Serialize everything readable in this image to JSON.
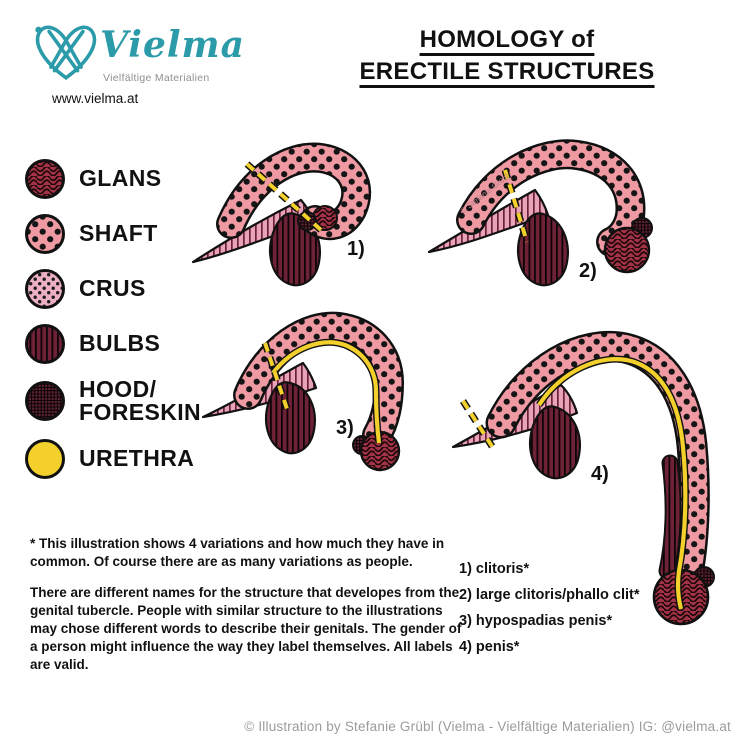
{
  "brand": {
    "name": "Vielma",
    "subtitle": "Vielfältige Materialien",
    "website": "www.vielma.at",
    "accent_color": "#2b9aa9"
  },
  "title": {
    "line1": "HOMOLOGY of",
    "line2": "ERECTILE STRUCTURES"
  },
  "legend": {
    "items": [
      {
        "label": "GLANS",
        "label2": "",
        "swatch": "glans-pattern"
      },
      {
        "label": "SHAFT",
        "label2": "",
        "swatch": "shaft-pattern"
      },
      {
        "label": "CRUS",
        "label2": "",
        "swatch": "crus-pattern"
      },
      {
        "label": "BULBS",
        "label2": "",
        "swatch": "bulbs-pattern"
      },
      {
        "label": "HOOD/",
        "label2": "FORESKIN",
        "swatch": "hood-pattern"
      },
      {
        "label": "URETHRA",
        "label2": "",
        "swatch": "urethra-solid"
      }
    ]
  },
  "figures": [
    {
      "number": "1)"
    },
    {
      "number": "2)",
      "watermark": "© Stefanie Grübl"
    },
    {
      "number": "3)"
    },
    {
      "number": "4)"
    }
  ],
  "variant_labels": {
    "items": [
      "1) clitoris*",
      "2) large clitoris/phallo clit*",
      "3) hypospadias penis*",
      "4) penis*"
    ]
  },
  "notes": {
    "para1": "* This illustration shows 4 variations and how much they have in common. Of course there are as many variations as people.",
    "para2": "There are different names for the structure that developes from the genital tubercle. People with similar structure to the illustrations may chose different words to describe their genitals. The gender of a person might influence the way they label themselves. All labels are valid."
  },
  "footer": {
    "copyright": "© Illustration by Stefanie Grübl (Vielma - Vielfältige Materialien) IG: @vielma.at"
  },
  "colors": {
    "glans": "#a23245",
    "shaft": "#ef9aa2",
    "crus_dots": "#edafc4",
    "crus_stripes": "#e8a3b9",
    "bulbs": "#6e2236",
    "hood": "#5d2433",
    "urethra": "#f3d02b",
    "outline": "#111111"
  }
}
